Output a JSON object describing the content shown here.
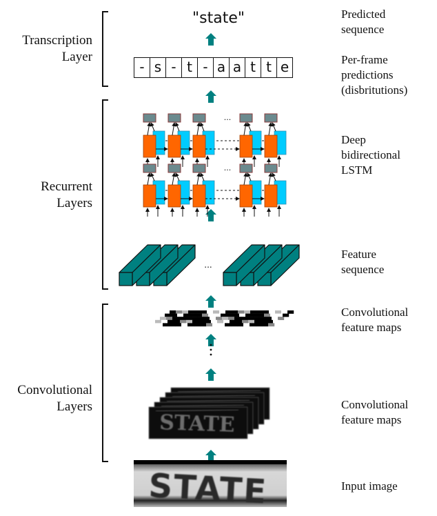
{
  "left_labels": {
    "transcription": [
      "Transcription",
      "Layer"
    ],
    "recurrent": [
      "Recurrent",
      "Layers"
    ],
    "convolutional": [
      "Convolutional",
      "Layers"
    ]
  },
  "right_labels": {
    "predicted_sequence": [
      "Predicted",
      "sequence"
    ],
    "per_frame": [
      "Per-frame",
      "predictions",
      "(disbritutions)"
    ],
    "lstm": [
      "Deep",
      "bidirectional",
      "LSTM"
    ],
    "feature_sequence": [
      "Feature",
      "sequence"
    ],
    "conv_maps_top": [
      "Convolutional",
      "feature maps"
    ],
    "conv_maps_bottom": [
      "Convolutional",
      "feature maps"
    ],
    "input_image": [
      "Input image"
    ]
  },
  "prediction": "\"state\"",
  "frames": [
    "-",
    "s",
    "-",
    "t",
    "-",
    "a",
    "a",
    "t",
    "t",
    "e"
  ],
  "ellipsis": "...",
  "input_word": "STATE",
  "colors": {
    "arrow": "#008080",
    "feature_block": "#008080",
    "lstm_forward": "#ff6600",
    "lstm_backward": "#00ccff",
    "lstm_output": "#6b8a8e"
  }
}
